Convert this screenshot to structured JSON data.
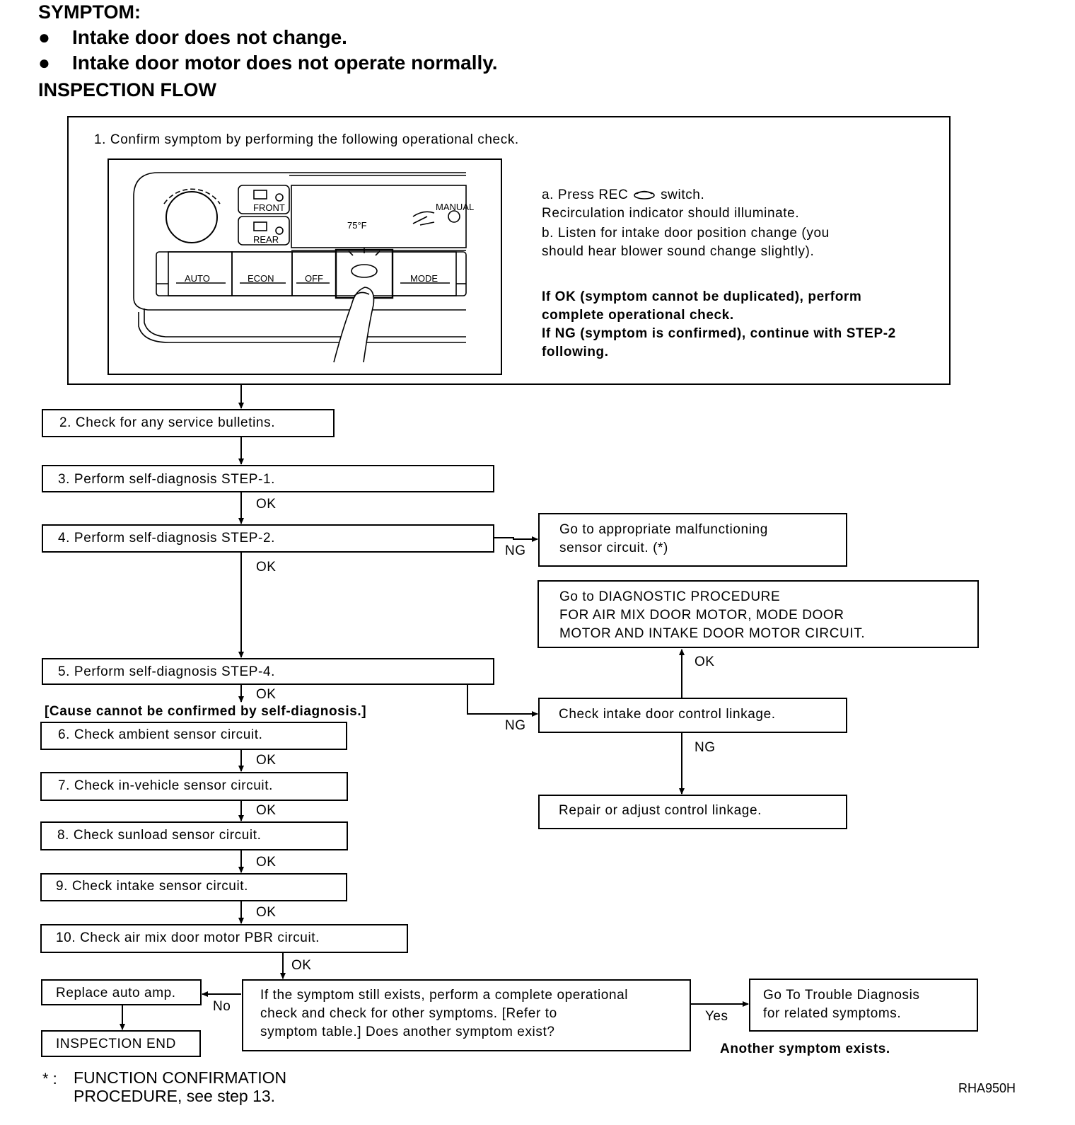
{
  "header": {
    "symptom_title": "SYMPTOM:",
    "bullets": [
      "Intake door does not change.",
      "Intake door motor does not operate normally."
    ],
    "flow_title": "INSPECTION FLOW"
  },
  "step1": {
    "title": "1. Confirm symptom by performing the following operational check.",
    "instr_a1": "a. Press REC",
    "instr_a2": "switch.",
    "instr_a3": "Recirculation indicator should illuminate.",
    "instr_b1": "b. Listen for intake door position change (you",
    "instr_b2": "should hear blower sound change slightly).",
    "ok1": "If OK (symptom cannot be duplicated), perform",
    "ok2": "complete operational check.",
    "ng1": "If NG (symptom is confirmed), continue with STEP-2",
    "ng2": "following."
  },
  "panel": {
    "temp": "75°F",
    "manual": "MANUAL",
    "front": "FRONT",
    "rear": "REAR",
    "buttons": [
      "AUTO",
      "ECON",
      "OFF",
      "MODE"
    ]
  },
  "steps": {
    "s2": "2. Check for any service bulletins.",
    "s3": "3. Perform self-diagnosis STEP-1.",
    "s4": "4. Perform self-diagnosis STEP-2.",
    "s5": "5. Perform self-diagnosis STEP-4.",
    "cause": "[Cause cannot be confirmed by self-diagnosis.]",
    "s6": "6. Check ambient sensor circuit.",
    "s7": "7. Check in-vehicle sensor circuit.",
    "s8": "8. Check sunload sensor circuit.",
    "s9": "9. Check intake sensor circuit.",
    "s10": "10. Check air mix door motor PBR circuit.",
    "replace": "Replace auto amp.",
    "end": "INSPECTION END",
    "question1": "If the symptom still exists, perform a complete operational",
    "question2": "check and check for other symptoms. [Refer to",
    "question3": "symptom table.] Does another symptom exist?",
    "trouble1": "Go To Trouble Diagnosis",
    "trouble2": "for related symptoms.",
    "another": "Another symptom exists."
  },
  "side": {
    "malf1": "Go to appropriate malfunctioning",
    "malf2": "sensor circuit. (*)",
    "diag1": "Go to DIAGNOSTIC PROCEDURE",
    "diag2": "FOR AIR MIX DOOR MOTOR, MODE DOOR",
    "diag3": "MOTOR AND INTAKE DOOR MOTOR CIRCUIT.",
    "linkage": "Check intake door control linkage.",
    "repair": "Repair or adjust control linkage."
  },
  "labels": {
    "ok": "OK",
    "ng": "NG",
    "no": "No",
    "yes": "Yes"
  },
  "footnote": {
    "star": "* :",
    "line1": "FUNCTION CONFIRMATION",
    "line2": "PROCEDURE, see step 13."
  },
  "figure_code": "RHA950H"
}
